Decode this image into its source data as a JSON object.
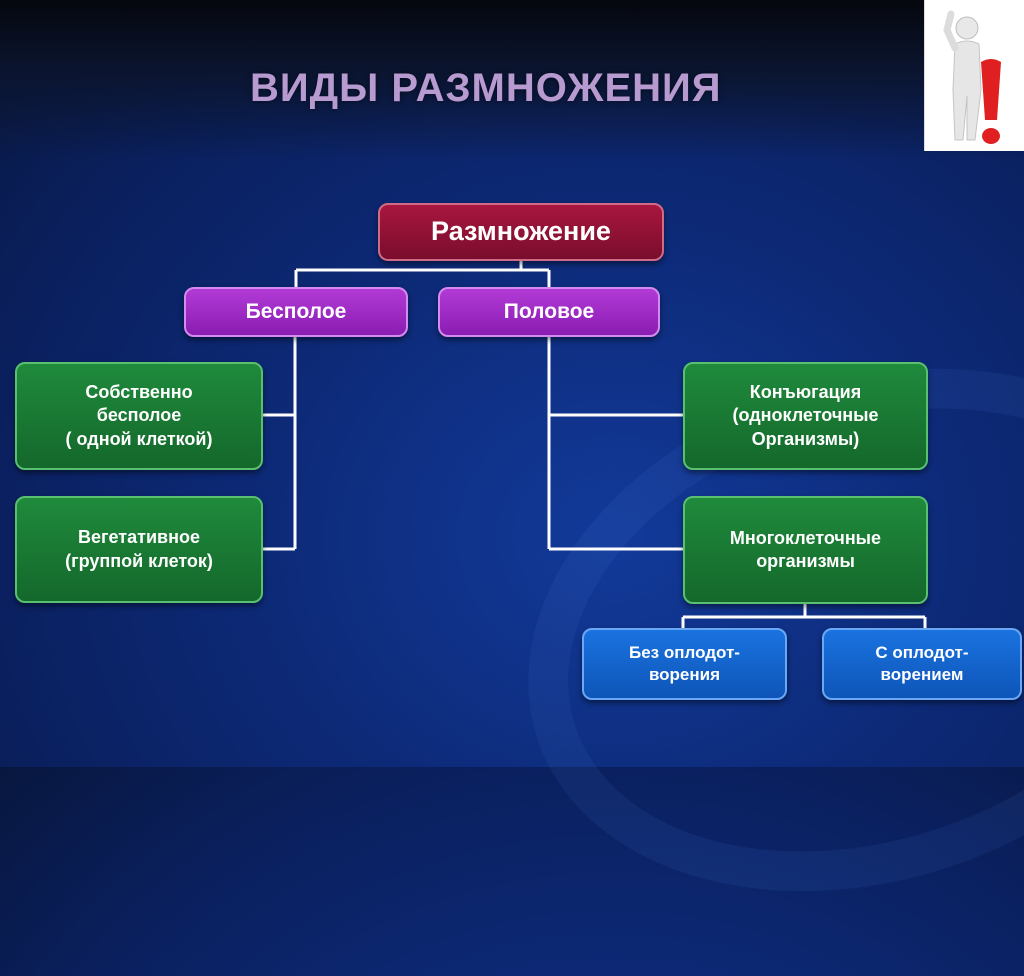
{
  "title": "ВИДЫ РАЗМНОЖЕНИЯ",
  "nodes": {
    "root": "Размножение",
    "asexual": "Бесполое",
    "sexual": "Половое",
    "asexual_proper": "Собственно\nбесполое\n( одной клеткой)",
    "vegetative": "Вегетативное\n(группой клеток)",
    "conjugation": "Конъюгация\n(одноклеточные\nОрганизмы)",
    "multicellular": "Многоклеточные\nорганизмы",
    "without_fertilization": "Без оплодот-\nворения",
    "with_fertilization": "С оплодот-\nворением"
  },
  "colors": {
    "root": "#8b1033",
    "purple": "#9b2cc4",
    "green": "#17793a",
    "blue": "#1466d0",
    "connector": "#ffffff"
  },
  "icons": {
    "logo": "person-exclamation-icon"
  }
}
